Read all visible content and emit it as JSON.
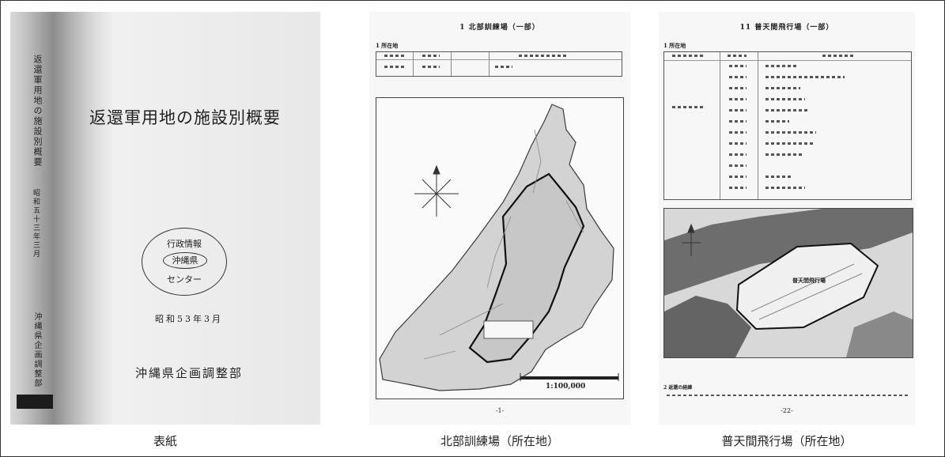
{
  "cover": {
    "title": "返還軍用地の施設別概要",
    "spine_title": "返還軍用地の施設別概要",
    "spine_date": "昭和五十三年三月",
    "spine_publisher": "沖縄県企画調整部",
    "stamp_top": "行政情報",
    "stamp_middle": "沖縄県",
    "stamp_bottom": "センター",
    "date": "昭和53年3月",
    "publisher": "沖縄県企画調整部"
  },
  "pages": {
    "north": {
      "title": "1 北部訓練場（一部）",
      "section_label": "1 所在地",
      "scale": "1:100,000",
      "page_number": "-1-"
    },
    "futenma": {
      "title": "11 普天間飛行場（一部）",
      "section_label": "1 所在地",
      "map_label": "普天間飛行場",
      "section2_label": "2 返還の経緯",
      "page_number": "-22-"
    }
  },
  "captions": {
    "cover": "表紙",
    "north": "北部訓練場（所在地）",
    "futenma": "普天間飛行場（所在地）"
  }
}
